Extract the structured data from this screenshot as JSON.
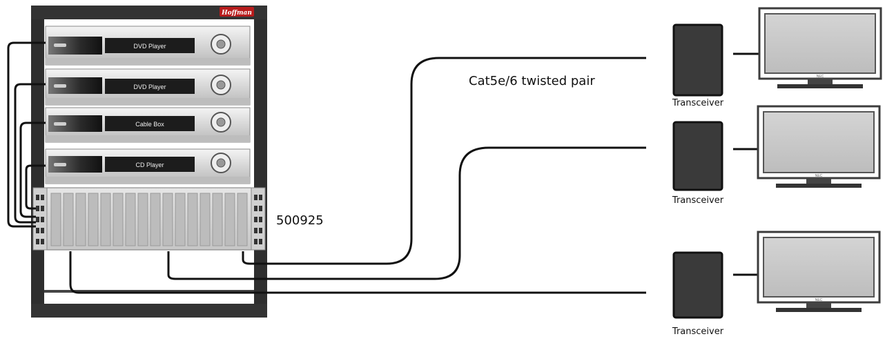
{
  "rack": {
    "brand": "Hoffman",
    "devices": [
      {
        "label": "DVD Player"
      },
      {
        "label": "DVD Player"
      },
      {
        "label": "Cable Box"
      },
      {
        "label": "CD Player"
      }
    ],
    "hub_model": "500925"
  },
  "cable_label": "Cat5e/6 twisted pair",
  "endpoints": [
    {
      "label": "Transceiver",
      "display_brand": "NEC"
    },
    {
      "label": "Transceiver",
      "display_brand": "NEC"
    },
    {
      "label": "Transceiver",
      "display_brand": "NEC"
    }
  ],
  "colors": {
    "rack_frame": "#2e2e2e",
    "cable": "#111111",
    "transceiver": "#3a3a3a",
    "screen": "#c8c8c8",
    "device_body": "#dcdcdc"
  }
}
